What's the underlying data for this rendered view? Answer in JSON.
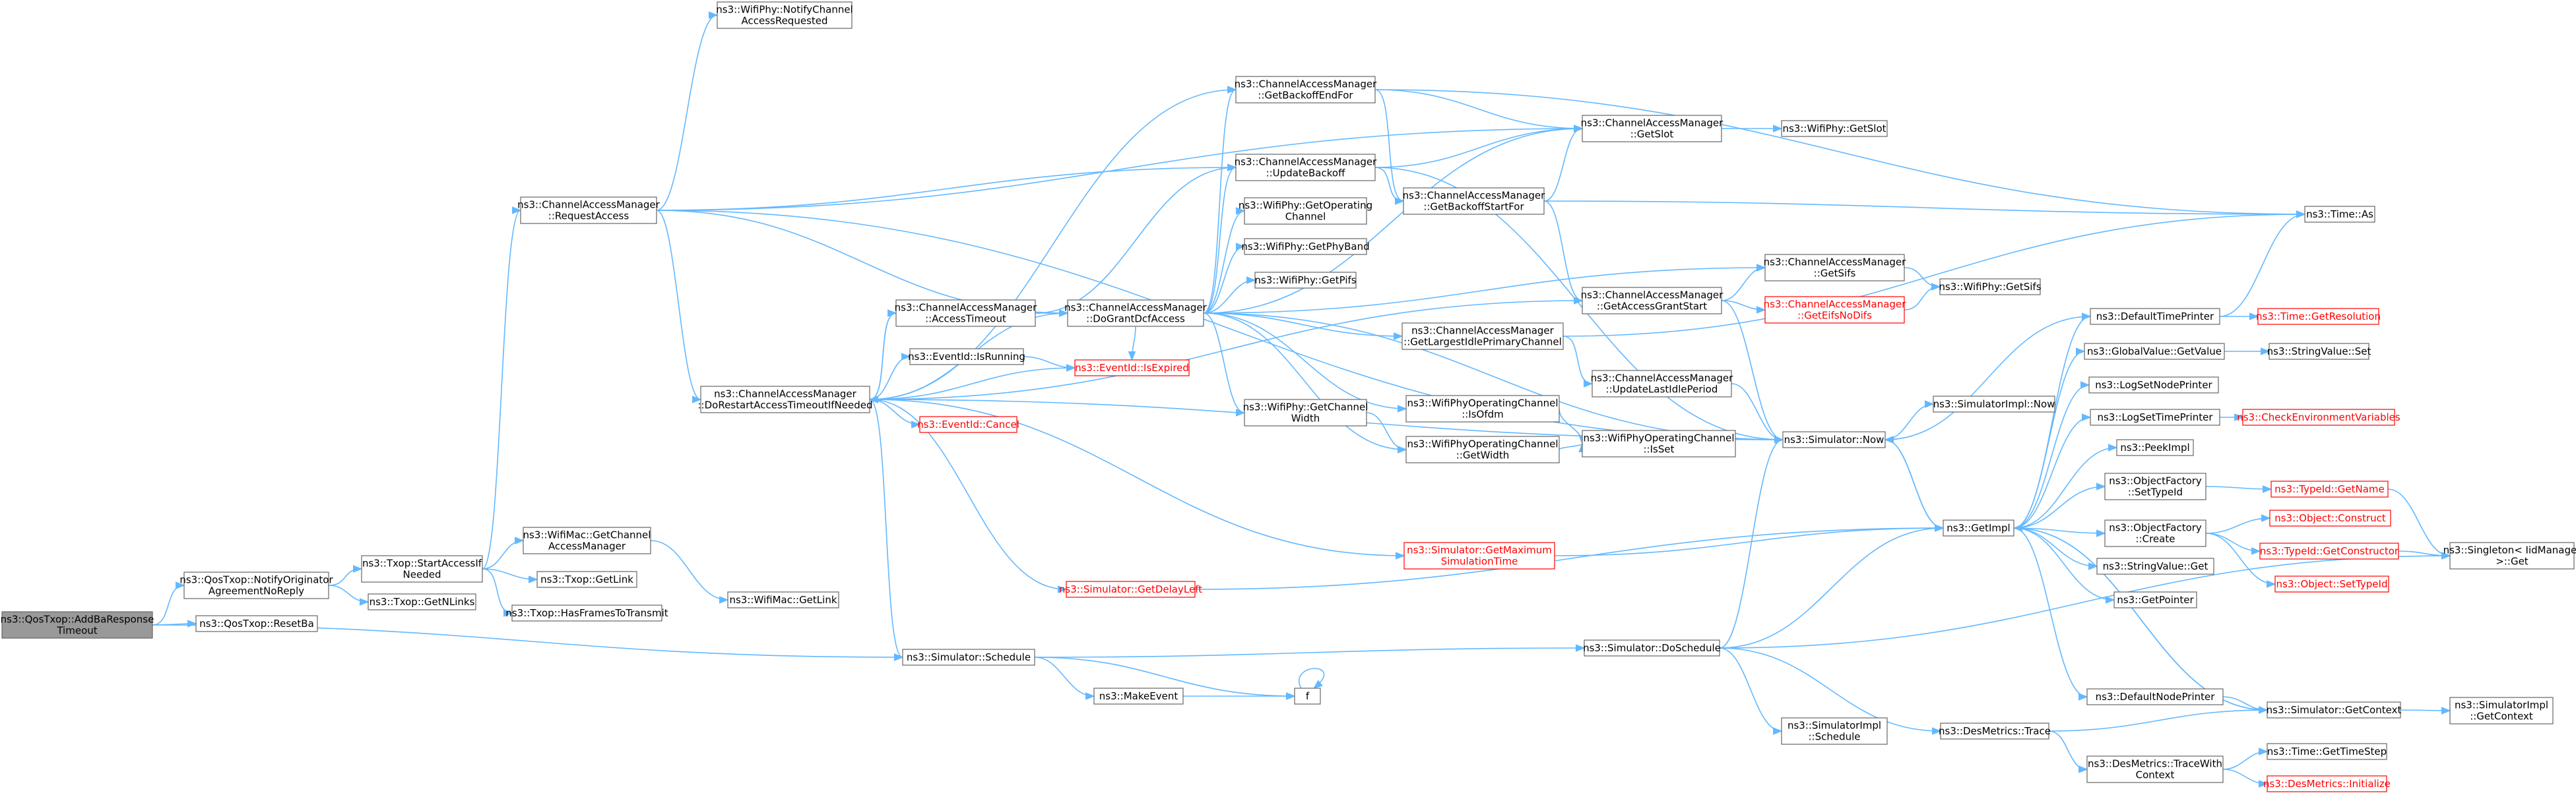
{
  "colors": {
    "edge": "#63b8ff",
    "node_border": "#666666",
    "node_text": "#000000",
    "node_fill": "#ffffff",
    "root_fill": "#999999",
    "warn_border": "#ff0000",
    "warn_text": "#ff0000"
  },
  "nodes": [
    {
      "id": "root",
      "lines": [
        "ns3::QosTxop::AddBaResponse",
        "Timeout"
      ],
      "style": "root"
    },
    {
      "id": "n_notify",
      "lines": [
        "ns3::QosTxop::NotifyOriginator",
        "AgreementNoReply"
      ],
      "style": "normal"
    },
    {
      "id": "n_resetba",
      "lines": [
        "ns3::QosTxop::ResetBa"
      ],
      "style": "normal"
    },
    {
      "id": "n_startaccess",
      "lines": [
        "ns3::Txop::StartAccessIf",
        "Needed"
      ],
      "style": "normal"
    },
    {
      "id": "n_getnlinks",
      "lines": [
        "ns3::Txop::GetNLinks"
      ],
      "style": "normal"
    },
    {
      "id": "n_getcam",
      "lines": [
        "ns3::WifiMac::GetChannel",
        "AccessManager"
      ],
      "style": "normal"
    },
    {
      "id": "n_txopgetlink",
      "lines": [
        "ns3::Txop::GetLink"
      ],
      "style": "normal"
    },
    {
      "id": "n_hasframes",
      "lines": [
        "ns3::Txop::HasFramesToTransmit"
      ],
      "style": "normal"
    },
    {
      "id": "n_macgetlink",
      "lines": [
        "ns3::WifiMac::GetLink"
      ],
      "style": "normal"
    },
    {
      "id": "n_reqaccess",
      "lines": [
        "ns3::ChannelAccessManager",
        "::RequestAccess"
      ],
      "style": "normal"
    },
    {
      "id": "n_notifychan",
      "lines": [
        "ns3::WifiPhy::NotifyChannel",
        "AccessRequested"
      ],
      "style": "normal"
    },
    {
      "id": "n_restart",
      "lines": [
        "ns3::ChannelAccessManager",
        "::DoRestartAccessTimeoutIfNeeded"
      ],
      "style": "normal"
    },
    {
      "id": "n_acctimeout",
      "lines": [
        "ns3::ChannelAccessManager",
        "::AccessTimeout"
      ],
      "style": "normal"
    },
    {
      "id": "n_isrunning",
      "lines": [
        "ns3::EventId::IsRunning"
      ],
      "style": "normal"
    },
    {
      "id": "n_cancel",
      "lines": [
        "ns3::EventId::Cancel"
      ],
      "style": "warn"
    },
    {
      "id": "n_isexpired",
      "lines": [
        "ns3::EventId::IsExpired"
      ],
      "style": "warn"
    },
    {
      "id": "n_dogrant",
      "lines": [
        "ns3::ChannelAccessManager",
        "::DoGrantDcfAccess"
      ],
      "style": "normal"
    },
    {
      "id": "n_getbackoffend",
      "lines": [
        "ns3::ChannelAccessManager",
        "::GetBackoffEndFor"
      ],
      "style": "normal"
    },
    {
      "id": "n_updbackoff",
      "lines": [
        "ns3::ChannelAccessManager",
        "::UpdateBackoff"
      ],
      "style": "normal"
    },
    {
      "id": "n_getopchan",
      "lines": [
        "ns3::WifiPhy::GetOperating",
        "Channel"
      ],
      "style": "normal"
    },
    {
      "id": "n_getphyband",
      "lines": [
        "ns3::WifiPhy::GetPhyBand"
      ],
      "style": "normal"
    },
    {
      "id": "n_getpifs",
      "lines": [
        "ns3::WifiPhy::GetPifs"
      ],
      "style": "normal"
    },
    {
      "id": "n_getchanwidth",
      "lines": [
        "ns3::WifiPhy::GetChannel",
        "Width"
      ],
      "style": "normal"
    },
    {
      "id": "n_getslot",
      "lines": [
        "ns3::ChannelAccessManager",
        "::GetSlot"
      ],
      "style": "normal"
    },
    {
      "id": "n_phygetslot",
      "lines": [
        "ns3::WifiPhy::GetSlot"
      ],
      "style": "normal"
    },
    {
      "id": "n_getbackoffstart",
      "lines": [
        "ns3::ChannelAccessManager",
        "::GetBackoffStartFor"
      ],
      "style": "normal"
    },
    {
      "id": "n_timeas",
      "lines": [
        "ns3::Time::As"
      ],
      "style": "normal"
    },
    {
      "id": "n_getlargest",
      "lines": [
        "ns3::ChannelAccessManager",
        "::GetLargestIdlePrimaryChannel"
      ],
      "style": "normal"
    },
    {
      "id": "n_getaccessgrant",
      "lines": [
        "ns3::ChannelAccessManager",
        "::GetAccessGrantStart"
      ],
      "style": "normal"
    },
    {
      "id": "n_getsifs",
      "lines": [
        "ns3::ChannelAccessManager",
        "::GetSifs"
      ],
      "style": "normal"
    },
    {
      "id": "n_geteifs",
      "lines": [
        "ns3::ChannelAccessManager",
        "::GetEifsNoDifs"
      ],
      "style": "warn"
    },
    {
      "id": "n_phygetsifs",
      "lines": [
        "ns3::WifiPhy::GetSifs"
      ],
      "style": "normal"
    },
    {
      "id": "n_updlastidle",
      "lines": [
        "ns3::ChannelAccessManager",
        "::UpdateLastIdlePeriod"
      ],
      "style": "normal"
    },
    {
      "id": "n_isofdm",
      "lines": [
        "ns3::WifiPhyOperatingChannel",
        "::IsOfdm"
      ],
      "style": "normal"
    },
    {
      "id": "n_getwidth",
      "lines": [
        "ns3::WifiPhyOperatingChannel",
        "::GetWidth"
      ],
      "style": "normal"
    },
    {
      "id": "n_isset",
      "lines": [
        "ns3::WifiPhyOperatingChannel",
        "::IsSet"
      ],
      "style": "normal"
    },
    {
      "id": "n_getmaxsim",
      "lines": [
        "ns3::Simulator::GetMaximum",
        "SimulationTime"
      ],
      "style": "warn"
    },
    {
      "id": "n_getdelayleft",
      "lines": [
        "ns3::Simulator::GetDelayLeft"
      ],
      "style": "warn"
    },
    {
      "id": "n_schedule",
      "lines": [
        "ns3::Simulator::Schedule"
      ],
      "style": "normal"
    },
    {
      "id": "n_makeevent",
      "lines": [
        "ns3::MakeEvent"
      ],
      "style": "normal"
    },
    {
      "id": "n_f",
      "lines": [
        "f"
      ],
      "style": "normal"
    },
    {
      "id": "n_doschedule",
      "lines": [
        "ns3::Simulator::DoSchedule"
      ],
      "style": "normal"
    },
    {
      "id": "n_simimplschedule",
      "lines": [
        "ns3::SimulatorImpl",
        "::Schedule"
      ],
      "style": "normal"
    },
    {
      "id": "n_now",
      "lines": [
        "ns3::Simulator::Now"
      ],
      "style": "normal"
    },
    {
      "id": "n_implnow",
      "lines": [
        "ns3::SimulatorImpl::Now"
      ],
      "style": "normal"
    },
    {
      "id": "n_getimpl",
      "lines": [
        "ns3::GetImpl"
      ],
      "style": "normal"
    },
    {
      "id": "n_destrace",
      "lines": [
        "ns3::DesMetrics::Trace"
      ],
      "style": "normal"
    },
    {
      "id": "n_destracewith",
      "lines": [
        "ns3::DesMetrics::TraceWith",
        "Context"
      ],
      "style": "normal"
    },
    {
      "id": "n_deftimeprinter",
      "lines": [
        "ns3::DefaultTimePrinter"
      ],
      "style": "normal"
    },
    {
      "id": "n_getresolution",
      "lines": [
        "ns3::Time::GetResolution"
      ],
      "style": "warn"
    },
    {
      "id": "n_gvgetvalue",
      "lines": [
        "ns3::GlobalValue::GetValue"
      ],
      "style": "normal"
    },
    {
      "id": "n_svset",
      "lines": [
        "ns3::StringValue::Set"
      ],
      "style": "normal"
    },
    {
      "id": "n_logsetnode",
      "lines": [
        "ns3::LogSetNodePrinter"
      ],
      "style": "normal"
    },
    {
      "id": "n_logsettime",
      "lines": [
        "ns3::LogSetTimePrinter"
      ],
      "style": "normal"
    },
    {
      "id": "n_checkenv",
      "lines": [
        "ns3::CheckEnvironmentVariables"
      ],
      "style": "warn"
    },
    {
      "id": "n_peekimpl",
      "lines": [
        "ns3::PeekImpl"
      ],
      "style": "normal"
    },
    {
      "id": "n_ofsettypeid",
      "lines": [
        "ns3::ObjectFactory",
        "::SetTypeId"
      ],
      "style": "normal"
    },
    {
      "id": "n_typeidgetname",
      "lines": [
        "ns3::TypeId::GetName"
      ],
      "style": "warn"
    },
    {
      "id": "n_ofcreate",
      "lines": [
        "ns3::ObjectFactory",
        "::Create"
      ],
      "style": "normal"
    },
    {
      "id": "n_objconstruct",
      "lines": [
        "ns3::Object::Construct"
      ],
      "style": "warn"
    },
    {
      "id": "n_typeidgetctor",
      "lines": [
        "ns3::TypeId::GetConstructor"
      ],
      "style": "warn"
    },
    {
      "id": "n_objsettypeid",
      "lines": [
        "ns3::Object::SetTypeId"
      ],
      "style": "warn"
    },
    {
      "id": "n_singleton",
      "lines": [
        "ns3::Singleton< IidManager",
        ">::Get"
      ],
      "style": "normal"
    },
    {
      "id": "n_svget",
      "lines": [
        "ns3::StringValue::Get"
      ],
      "style": "normal"
    },
    {
      "id": "n_getpointer",
      "lines": [
        "ns3::GetPointer"
      ],
      "style": "normal"
    },
    {
      "id": "n_defnodeprinter",
      "lines": [
        "ns3::DefaultNodePrinter"
      ],
      "style": "normal"
    },
    {
      "id": "n_getcontext",
      "lines": [
        "ns3::Simulator::GetContext"
      ],
      "style": "normal"
    },
    {
      "id": "n_implgetcontext",
      "lines": [
        "ns3::SimulatorImpl",
        "::GetContext"
      ],
      "style": "normal"
    },
    {
      "id": "n_gettimestep",
      "lines": [
        "ns3::Time::GetTimeStep"
      ],
      "style": "normal"
    },
    {
      "id": "n_desinit",
      "lines": [
        "ns3::DesMetrics::Initialize"
      ],
      "style": "warn"
    }
  ],
  "edges": [
    [
      "root",
      "n_notify"
    ],
    [
      "root",
      "n_resetba"
    ],
    [
      "root",
      "n_schedule"
    ],
    [
      "n_notify",
      "n_startaccess"
    ],
    [
      "n_notify",
      "n_getnlinks"
    ],
    [
      "n_startaccess",
      "n_reqaccess"
    ],
    [
      "n_startaccess",
      "n_getcam"
    ],
    [
      "n_startaccess",
      "n_txopgetlink"
    ],
    [
      "n_startaccess",
      "n_hasframes"
    ],
    [
      "n_getcam",
      "n_macgetlink"
    ],
    [
      "n_reqaccess",
      "n_notifychan"
    ],
    [
      "n_reqaccess",
      "n_restart"
    ],
    [
      "n_reqaccess",
      "n_dogrant"
    ],
    [
      "n_reqaccess",
      "n_updbackoff"
    ],
    [
      "n_reqaccess",
      "n_getslot"
    ],
    [
      "n_reqaccess",
      "n_now"
    ],
    [
      "n_restart",
      "n_acctimeout"
    ],
    [
      "n_restart",
      "n_isrunning"
    ],
    [
      "n_restart",
      "n_cancel"
    ],
    [
      "n_restart",
      "n_isexpired"
    ],
    [
      "n_restart",
      "n_getbackoffend"
    ],
    [
      "n_restart",
      "n_getmaxsim"
    ],
    [
      "n_restart",
      "n_getdelayleft"
    ],
    [
      "n_restart",
      "n_schedule"
    ],
    [
      "n_restart",
      "n_getaccessgrant"
    ],
    [
      "n_restart",
      "n_now"
    ],
    [
      "n_acctimeout",
      "n_dogrant"
    ],
    [
      "n_acctimeout",
      "n_restart"
    ],
    [
      "n_acctimeout",
      "n_updbackoff"
    ],
    [
      "n_isrunning",
      "n_isexpired"
    ],
    [
      "n_dogrant",
      "n_getbackoffend"
    ],
    [
      "n_dogrant",
      "n_updbackoff"
    ],
    [
      "n_dogrant",
      "n_getopchan"
    ],
    [
      "n_dogrant",
      "n_getphyband"
    ],
    [
      "n_dogrant",
      "n_getpifs"
    ],
    [
      "n_dogrant",
      "n_getchanwidth"
    ],
    [
      "n_dogrant",
      "n_getlargest"
    ],
    [
      "n_dogrant",
      "n_getsifs"
    ],
    [
      "n_dogrant",
      "n_isofdm"
    ],
    [
      "n_dogrant",
      "n_getwidth"
    ],
    [
      "n_dogrant",
      "n_now"
    ],
    [
      "n_dogrant",
      "n_isexpired"
    ],
    [
      "n_dogrant",
      "n_restart"
    ],
    [
      "n_dogrant",
      "n_getslot"
    ],
    [
      "n_getbackoffend",
      "n_getslot"
    ],
    [
      "n_getbackoffend",
      "n_getbackoffstart"
    ],
    [
      "n_getbackoffend",
      "n_timeas"
    ],
    [
      "n_updbackoff",
      "n_getslot"
    ],
    [
      "n_updbackoff",
      "n_getbackoffstart"
    ],
    [
      "n_updbackoff",
      "n_now"
    ],
    [
      "n_getslot",
      "n_phygetslot"
    ],
    [
      "n_getbackoffstart",
      "n_getslot"
    ],
    [
      "n_getbackoffstart",
      "n_getaccessgrant"
    ],
    [
      "n_getbackoffstart",
      "n_timeas"
    ],
    [
      "n_getlargest",
      "n_updlastidle"
    ],
    [
      "n_getlargest",
      "n_timeas"
    ],
    [
      "n_getaccessgrant",
      "n_getsifs"
    ],
    [
      "n_getaccessgrant",
      "n_geteifs"
    ],
    [
      "n_getaccessgrant",
      "n_now"
    ],
    [
      "n_getsifs",
      "n_phygetsifs"
    ],
    [
      "n_geteifs",
      "n_phygetsifs"
    ],
    [
      "n_updlastidle",
      "n_now"
    ],
    [
      "n_getchanwidth",
      "n_getwidth"
    ],
    [
      "n_isofdm",
      "n_isset"
    ],
    [
      "n_getwidth",
      "n_isset"
    ],
    [
      "n_getmaxsim",
      "n_getimpl"
    ],
    [
      "n_getdelayleft",
      "n_getimpl"
    ],
    [
      "n_schedule",
      "n_makeevent"
    ],
    [
      "n_schedule",
      "n_f"
    ],
    [
      "n_schedule",
      "n_doschedule"
    ],
    [
      "n_makeevent",
      "n_f"
    ],
    [
      "n_f",
      "n_f"
    ],
    [
      "n_doschedule",
      "n_now"
    ],
    [
      "n_doschedule",
      "n_simimplschedule"
    ],
    [
      "n_doschedule",
      "n_getimpl"
    ],
    [
      "n_doschedule",
      "n_destrace"
    ],
    [
      "n_doschedule",
      "n_singleton"
    ],
    [
      "n_now",
      "n_implnow"
    ],
    [
      "n_now",
      "n_getimpl"
    ],
    [
      "n_getimpl",
      "n_deftimeprinter"
    ],
    [
      "n_getimpl",
      "n_gvgetvalue"
    ],
    [
      "n_getimpl",
      "n_logsetnode"
    ],
    [
      "n_getimpl",
      "n_logsettime"
    ],
    [
      "n_getimpl",
      "n_peekimpl"
    ],
    [
      "n_getimpl",
      "n_ofsettypeid"
    ],
    [
      "n_getimpl",
      "n_ofcreate"
    ],
    [
      "n_getimpl",
      "n_svget"
    ],
    [
      "n_getimpl",
      "n_getpointer"
    ],
    [
      "n_getimpl",
      "n_defnodeprinter"
    ],
    [
      "n_getimpl",
      "n_getcontext"
    ],
    [
      "n_getimpl",
      "n_now"
    ],
    [
      "n_deftimeprinter",
      "n_getresolution"
    ],
    [
      "n_deftimeprinter",
      "n_timeas"
    ],
    [
      "n_deftimeprinter",
      "n_now"
    ],
    [
      "n_gvgetvalue",
      "n_svset"
    ],
    [
      "n_logsettime",
      "n_checkenv"
    ],
    [
      "n_ofsettypeid",
      "n_typeidgetname"
    ],
    [
      "n_ofcreate",
      "n_objconstruct"
    ],
    [
      "n_ofcreate",
      "n_typeidgetctor"
    ],
    [
      "n_ofcreate",
      "n_objsettypeid"
    ],
    [
      "n_typeidgetname",
      "n_singleton"
    ],
    [
      "n_typeidgetctor",
      "n_singleton"
    ],
    [
      "n_defnodeprinter",
      "n_getcontext"
    ],
    [
      "n_getcontext",
      "n_implgetcontext"
    ],
    [
      "n_getcontext",
      "n_getimpl"
    ],
    [
      "n_destrace",
      "n_destracewith"
    ],
    [
      "n_destrace",
      "n_getcontext"
    ],
    [
      "n_destracewith",
      "n_gettimestep"
    ],
    [
      "n_destracewith",
      "n_desinit"
    ]
  ]
}
